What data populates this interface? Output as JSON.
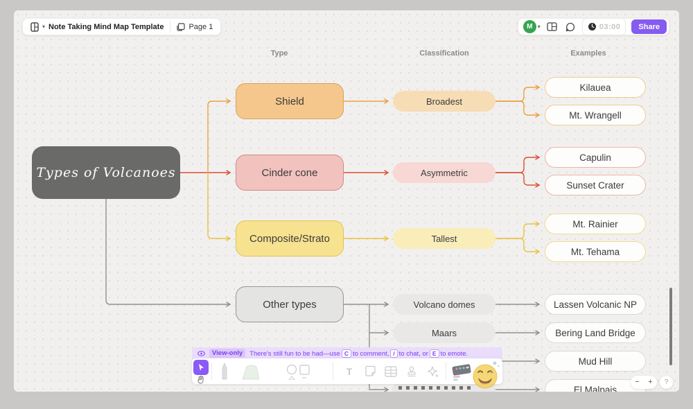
{
  "top_bar": {
    "file_pill": {
      "title": "Note Taking Mind Map Template",
      "page_label": "Page 1"
    },
    "right": {
      "avatar_initial": "M",
      "timer_value": "03:00",
      "share_label": "Share"
    }
  },
  "column_headers": {
    "type": "Type",
    "classification": "Classification",
    "examples": "Examples"
  },
  "mind_map": {
    "root_label": "Types of Volcanoes",
    "root_fill": "#6a6a68",
    "branches": [
      {
        "type": "Shield",
        "classification": "Broadest",
        "examples": [
          "Kilauea",
          "Mt. Wrangell"
        ],
        "accent": "#e9a23c",
        "type_fill": "#f5c78c",
        "type_border": "#d8a35f",
        "class_fill": "#f7ddb5",
        "example_border": "#f3c993"
      },
      {
        "type": "Cinder cone",
        "classification": "Asymmetric",
        "examples": [
          "Capulin",
          "Sunset Crater"
        ],
        "accent": "#dc4f35",
        "type_fill": "#f2c2be",
        "type_border": "#d08a82",
        "class_fill": "#f7d8d5",
        "example_border": "#f0b3a8"
      },
      {
        "type": "Composite/Strato",
        "classification": "Tallest",
        "examples": [
          "Mt. Rainier",
          "Mt. Tehama"
        ],
        "accent": "#e9c33f",
        "type_fill": "#f7e290",
        "type_border": "#dfc257",
        "class_fill": "#f9edba",
        "example_border": "#f1da8c"
      },
      {
        "type": "Other types",
        "classifications": [
          "Volcano domes",
          "Maars"
        ],
        "examples": [
          "Lassen Volcanic NP",
          "Bering Land Bridge",
          "Mud Hill",
          "El Malpais"
        ],
        "accent": "#8c8c8a",
        "type_fill": "#e4e4e2",
        "type_border": "#97978f",
        "class_fill": "#e9e8e6",
        "example_border": "#d9d9d7"
      }
    ]
  },
  "view_banner": {
    "badge": "View-only",
    "text_1": "There's still fun to be had—use",
    "key_comment": "C",
    "text_2": "to comment,",
    "key_chat": "/",
    "text_3": "to chat, or",
    "key_emote": "E",
    "text_4": "to emote."
  },
  "toolbar": {
    "text_tool_label": "T",
    "add_label": "+",
    "tools": [
      "select",
      "hand",
      "marker",
      "highlighter",
      "shapes",
      "text",
      "sticky-note",
      "table",
      "stamp",
      "sparkle",
      "stickers",
      "emote",
      "add"
    ]
  },
  "zoom_controls": {
    "zoom_out_label": "−",
    "zoom_in_label": "+",
    "help_label": "?"
  },
  "palette": {
    "canvas_bg": "#f1f0ef",
    "frame_bg": "#c9c8c6",
    "accent_purple": "#855bf0",
    "banner_bg": "#e9ddfb",
    "banner_text": "#7a3ff2",
    "avatar_green": "#36a450",
    "orange_line": "#e9a23c",
    "red_line": "#dc4f35",
    "yellow_line": "#e9c33f",
    "gray_line": "#8f8f8d"
  }
}
